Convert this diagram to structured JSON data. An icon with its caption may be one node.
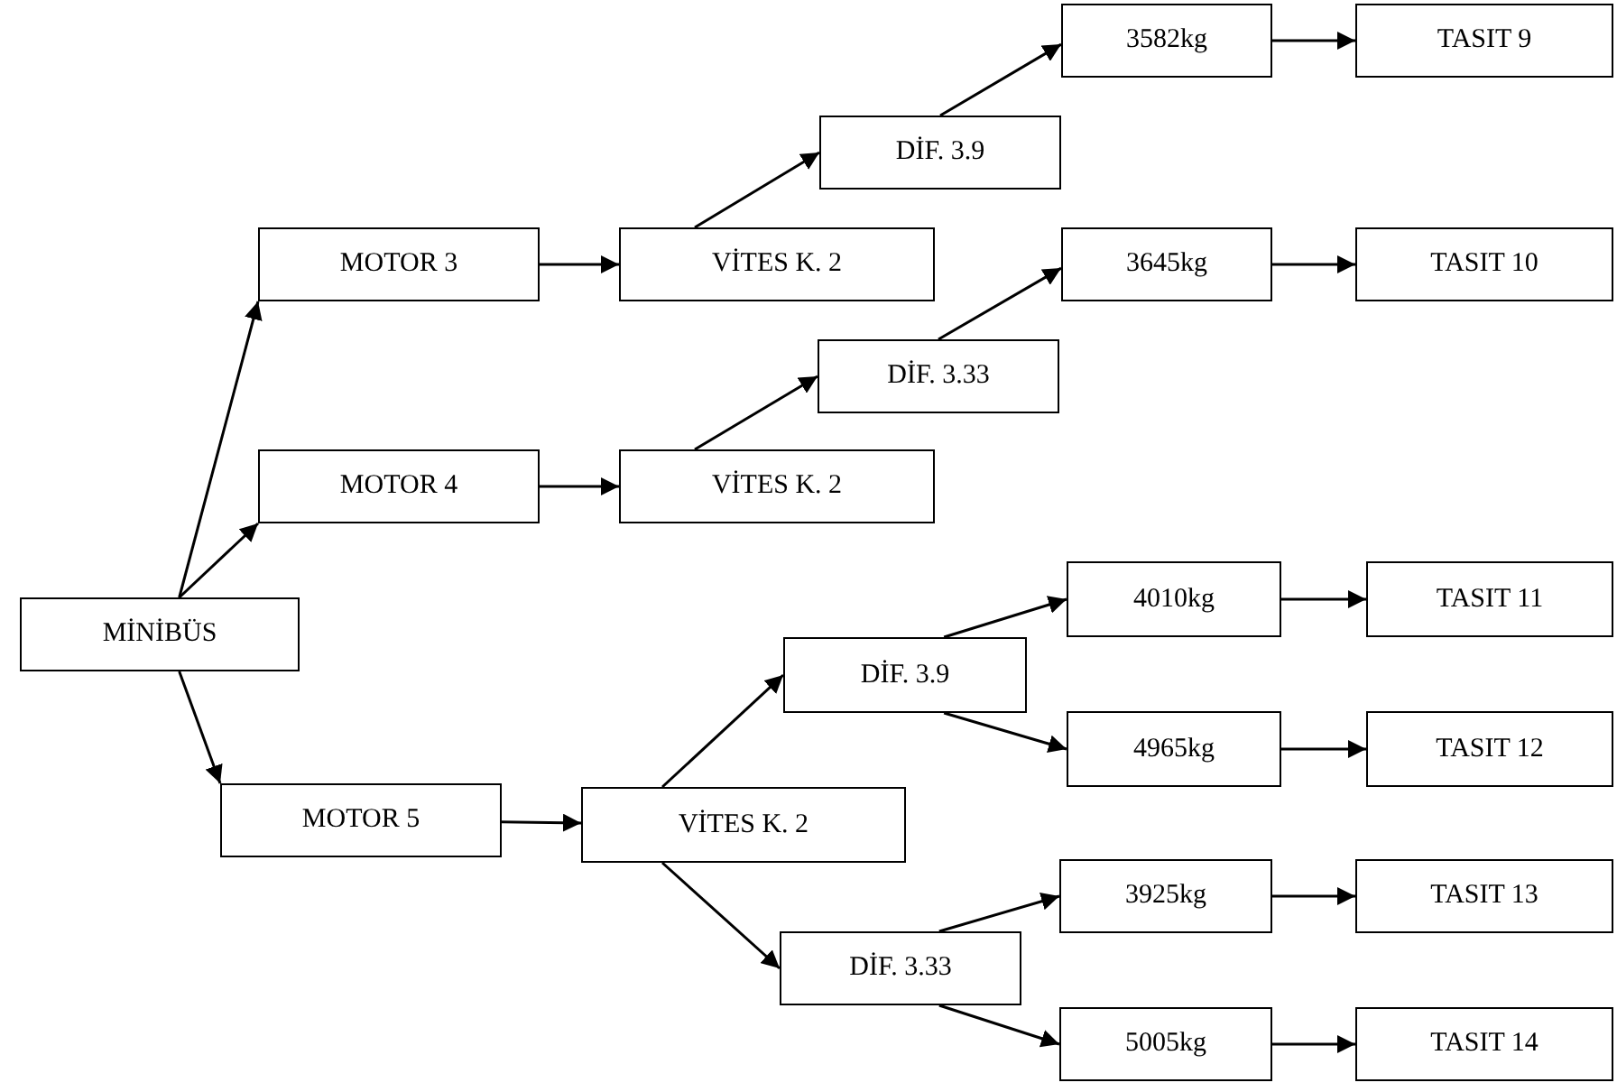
{
  "diagram": {
    "nodes": [
      {
        "text": [
          "MİNİBÜS"
        ]
      },
      {
        "text": [
          "MOTOR 3"
        ]
      },
      {
        "text": [
          "VİTES K. 2"
        ]
      },
      {
        "text": [
          "DİF. 3.9"
        ]
      },
      {
        "text": [
          "3582kg"
        ]
      },
      {
        "text": [
          "TASIT 9"
        ]
      },
      {
        "text": [
          "MOTOR 4"
        ]
      },
      {
        "text": [
          "VİTES K. 2"
        ]
      },
      {
        "text": [
          "DİF. 3.33"
        ]
      },
      {
        "text": [
          "3645kg"
        ]
      },
      {
        "text": [
          "TASIT 10"
        ]
      },
      {
        "text": [
          "MOTOR 5"
        ]
      },
      {
        "text": [
          "VİTES K. 2"
        ]
      },
      {
        "text": [
          "DİF. 3.9"
        ]
      },
      {
        "text": [
          "4010kg"
        ]
      },
      {
        "text": [
          "TASIT 11"
        ]
      },
      {
        "text": [
          "4965kg"
        ]
      },
      {
        "text": [
          "TASIT 12"
        ]
      },
      {
        "text": [
          "DİF. 3.33"
        ]
      },
      {
        "text": [
          "3925kg"
        ]
      },
      {
        "text": [
          "TASIT 13"
        ]
      },
      {
        "text": [
          "5005kg"
        ]
      },
      {
        "text": [
          "TASIT 14"
        ]
      }
    ],
    "edges": [
      {
        "from": 0,
        "to": 1,
        "arrow": "to"
      },
      {
        "from": 0,
        "to": 6,
        "arrow": "to"
      },
      {
        "from": 0,
        "to": 11,
        "arrow": "to"
      },
      {
        "from": 1,
        "to": 2,
        "arrow": "to"
      },
      {
        "from": 2,
        "to": 3,
        "arrow": "to"
      },
      {
        "from": 3,
        "to": 4,
        "arrow": "to"
      },
      {
        "from": 4,
        "to": 5,
        "arrow": "to"
      },
      {
        "from": 6,
        "to": 7,
        "arrow": "to"
      },
      {
        "from": 7,
        "to": 8,
        "arrow": "to"
      },
      {
        "from": 8,
        "to": 9,
        "arrow": "to"
      },
      {
        "from": 9,
        "to": 10,
        "arrow": "to"
      },
      {
        "from": 11,
        "to": 12,
        "arrow": "to"
      },
      {
        "from": 12,
        "to": 13,
        "arrow": "to"
      },
      {
        "from": 13,
        "to": 14,
        "arrow": "to"
      },
      {
        "from": 14,
        "to": 15,
        "arrow": "to"
      },
      {
        "from": 13,
        "to": 16,
        "arrow": "to"
      },
      {
        "from": 16,
        "to": 17,
        "arrow": "to"
      },
      {
        "from": 12,
        "to": 18,
        "arrow": "to"
      },
      {
        "from": 18,
        "to": 19,
        "arrow": "to"
      },
      {
        "from": 19,
        "to": 20,
        "arrow": "to"
      },
      {
        "from": 18,
        "to": 21,
        "arrow": "to"
      },
      {
        "from": 21,
        "to": 22,
        "arrow": "to"
      }
    ]
  }
}
